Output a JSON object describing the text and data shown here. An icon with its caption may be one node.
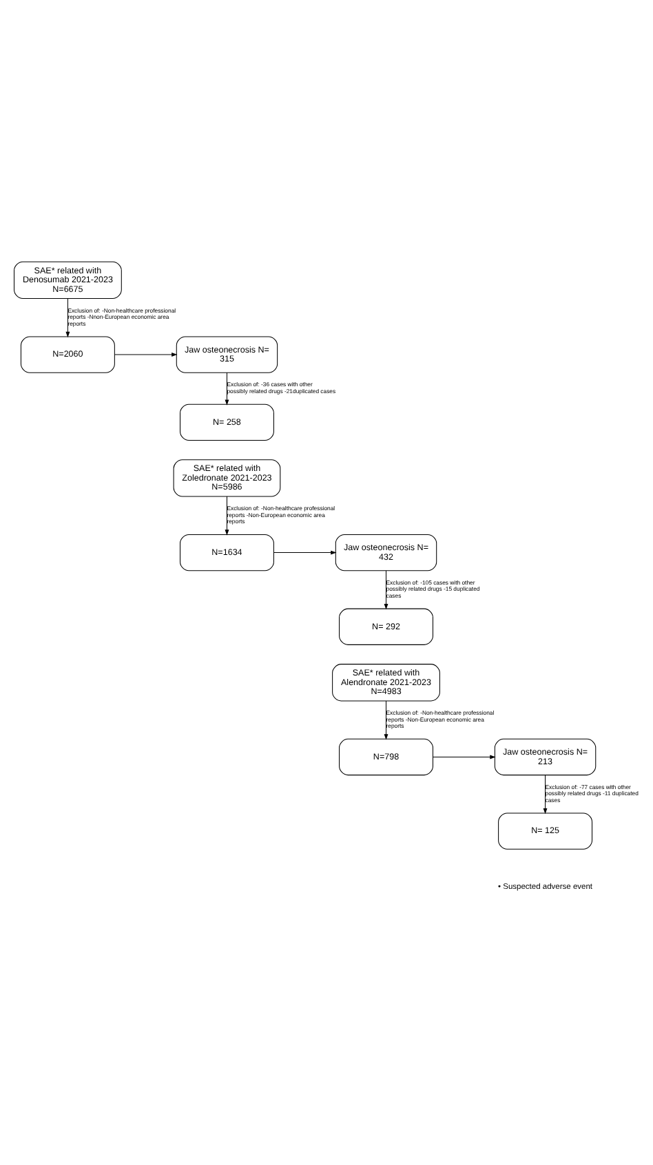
{
  "diagram": {
    "nodes": [
      {
        "text": [
          "SAE* related with Denosumab 2021-2023 N=6675"
        ]
      },
      {
        "text": [
          "N=2060"
        ]
      },
      {
        "text": [
          "Jaw osteonecrosis N= 315"
        ]
      },
      {
        "text": [
          "N= 258"
        ]
      },
      {
        "text": [
          "SAE* related with Zoledronate 2021-2023 N=5986"
        ]
      },
      {
        "text": [
          "N=1634"
        ]
      },
      {
        "text": [
          "Jaw osteonecrosis N= 432"
        ]
      },
      {
        "text": [
          "N= 292"
        ]
      },
      {
        "text": [
          "SAE* related with Alendronate 2021-2023 N=4983"
        ]
      },
      {
        "text": [
          "N=798"
        ]
      },
      {
        "text": [
          "Jaw osteonecrosis N= 213"
        ]
      },
      {
        "text": [
          "N= 125"
        ]
      }
    ],
    "edges": [
      {
        "from": 0,
        "to": 1,
        "arrow": "to",
        "label": "Exclusion of: -Non-healthcare professional reports -Nnon-European economic area reports"
      },
      {
        "from": 1,
        "to": 2,
        "arrow": "to"
      },
      {
        "from": 2,
        "to": 3,
        "arrow": "to",
        "label": "Exclusion of: -36 cases with other possibly related drugs -21duplicated cases"
      },
      {
        "from": 4,
        "to": 5,
        "arrow": "to",
        "label": "Exclusion of: -Non-healthcare professional reports -Non-European economic area reports"
      },
      {
        "from": 5,
        "to": 6,
        "arrow": "to"
      },
      {
        "from": 6,
        "to": 7,
        "arrow": "to",
        "label": "Exclusion of: -105 cases with other possibly related drugs -15 duplicated cases"
      },
      {
        "from": 8,
        "to": 9,
        "arrow": "to",
        "label": "Exclusion of: -Non-healthcare professional reports -Non-European economic area reports"
      },
      {
        "from": 9,
        "to": 10,
        "arrow": "to"
      },
      {
        "from": 10,
        "to": 11,
        "arrow": "to",
        "label": "Exclusion of: -77 cases with other possibly related drugs -11 duplicated cases"
      }
    ],
    "labels": [
      "• Suspected adverse event"
    ]
  }
}
